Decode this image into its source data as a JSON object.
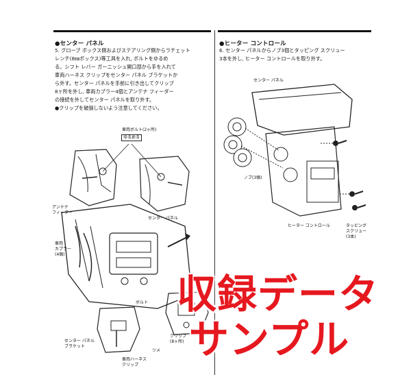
{
  "left_section": {
    "heading": "●センター パネル",
    "step_text": "5.  グローブ ボックス側およびステアリング側からラチェット\n     レンチ(8㎜ボックス)等工具を入れ, ボルトをゆるめ\n     る。シフト レバー ガーニッシュ開口部から手を入れて\n     車両ハーネス クリップをセンター パネル ブラケットか\n     ら外す。センター パネルを手前に引き出してクリップ\n     8ヶ所を外し, 車両カプラー4個とアンテナ フィーダー\n     の接続を外してセンター パネルを取り外す。",
    "note": "     ●クリップを破損しないよう注意してください。",
    "labels": {
      "vehicle_bolt": "車両ボルト(2ヶ所)",
      "loosen": "ゆるめる",
      "antenna_feeder": "アンテナ\nフィーダー",
      "vehicle_coupler": "車両\nカプラー\n(4個)",
      "center_panel": "センター パネル",
      "bolt": "ボルト",
      "center_panel_bracket": "センター パネル\nブラケット",
      "vehicle_harness_clip": "車両ハーネス\nクリップ",
      "claw": "ツメ",
      "clip": "クリップ\n(8ヶ所)"
    }
  },
  "right_section": {
    "heading": "●ヒーター コントロール",
    "step_text": "6.  センター パネルからノブ3個とタッピング スクリュー\n     3本を外し, ヒーター コントロールを取り外す。",
    "labels": {
      "center_panel": "センター パネル",
      "knob": "ノブ(3個)",
      "heater_control": "ヒーター コントロール",
      "tapping_screw": "タッピング\nスクリュー\n(3本)"
    }
  },
  "watermark": {
    "line1": "収録データ",
    "line2": "サンプル",
    "color": "#e6181f"
  }
}
